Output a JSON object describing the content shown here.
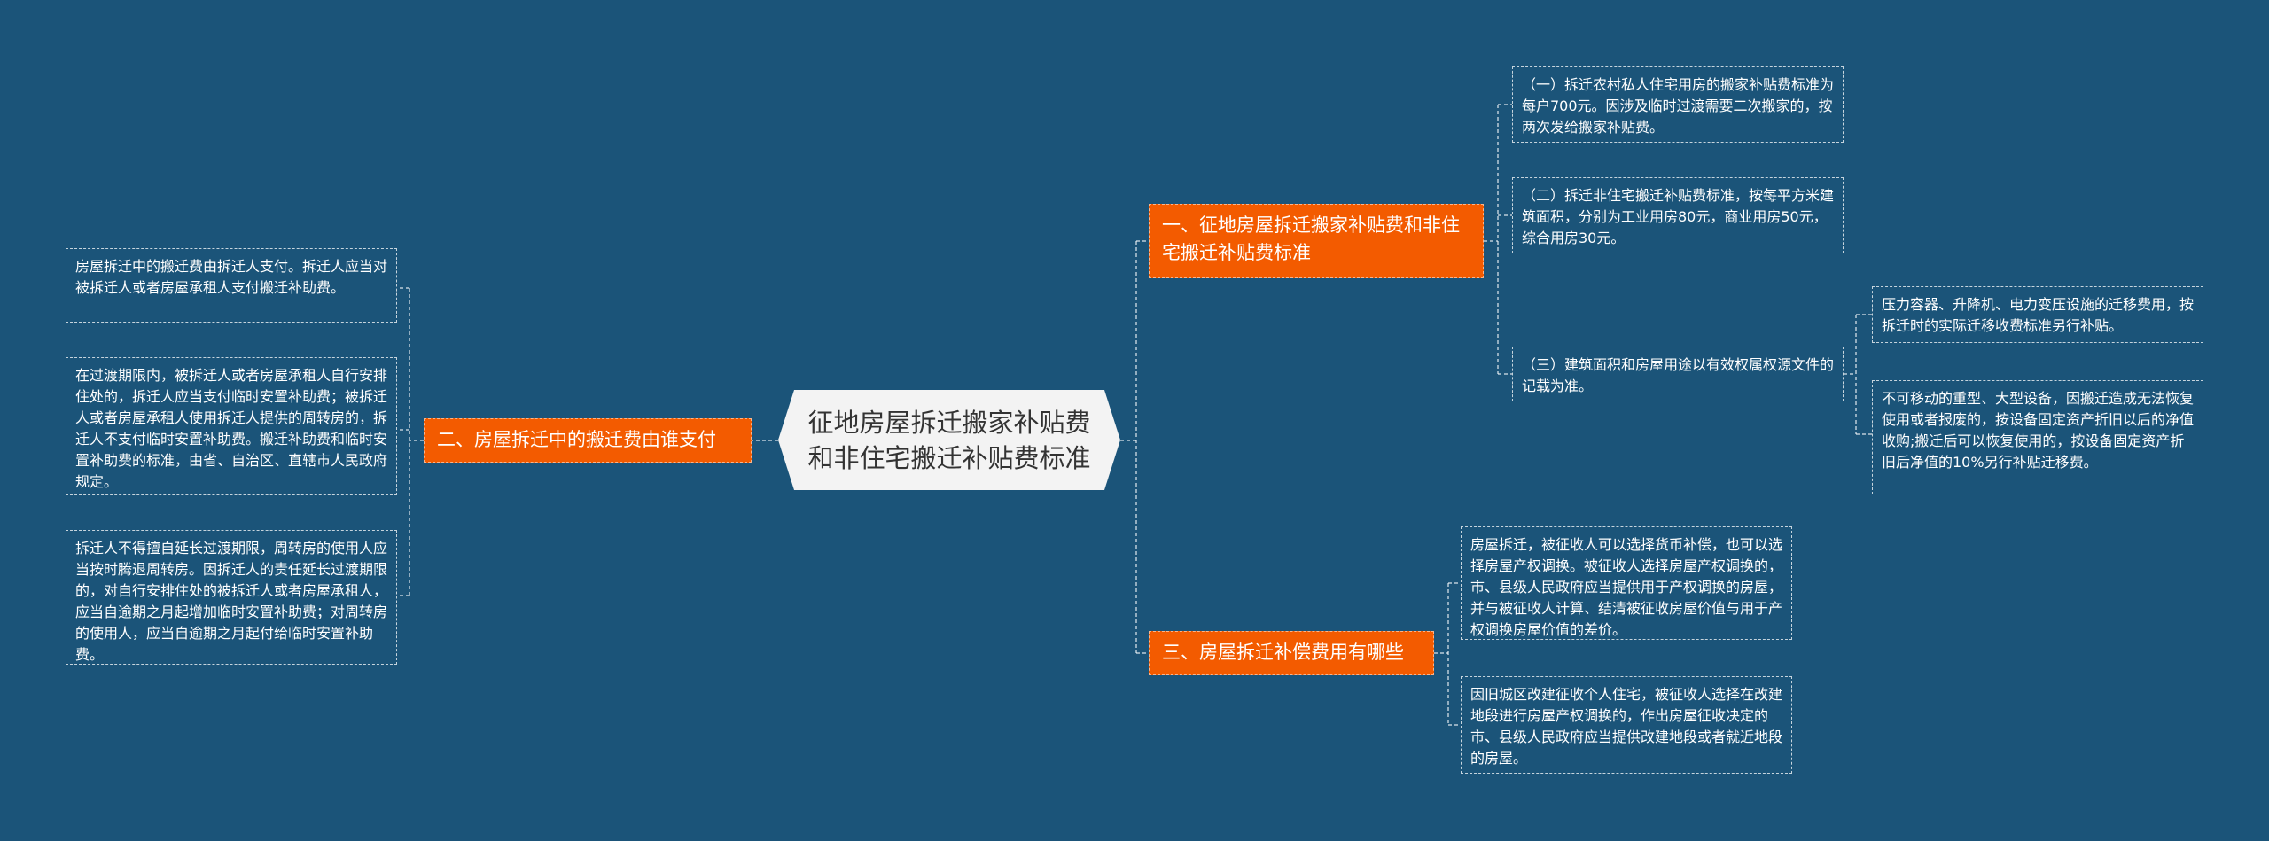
{
  "root": {
    "text": "征地房屋拆迁搬家补贴费和非住宅搬迁补贴费标准"
  },
  "branches": [
    {
      "text": "一、征地房屋拆迁搬家补贴费和非住宅搬迁补贴费标准",
      "children": [
        {
          "text": "（一）拆迁农村私人住宅用房的搬家补贴费标准为每户700元。因涉及临时过渡需要二次搬家的，按两次发给搬家补贴费。"
        },
        {
          "text": "（二）拆迁非住宅搬迁补贴费标准，按每平方米建筑面积，分别为工业用房80元，商业用房50元，综合用房30元。"
        },
        {
          "text": "（三）建筑面积和房屋用途以有效权属权源文件的记载为准。",
          "children": [
            {
              "text": "压力容器、升降机、电力变压设施的迁移费用，按拆迁时的实际迁移收费标准另行补贴。"
            },
            {
              "text": "不可移动的重型、大型设备，因搬迁造成无法恢复使用或者报废的，按设备固定资产折旧以后的净值收购;搬迁后可以恢复使用的，按设备固定资产折旧后净值的10%另行补贴迁移费。"
            }
          ]
        }
      ]
    },
    {
      "text": "二、房屋拆迁中的搬迁费由谁支付",
      "children": [
        {
          "text": "房屋拆迁中的搬迁费由拆迁人支付。拆迁人应当对被拆迁人或者房屋承租人支付搬迁补助费。"
        },
        {
          "text": "在过渡期限内，被拆迁人或者房屋承租人自行安排住处的，拆迁人应当支付临时安置补助费；被拆迁人或者房屋承租人使用拆迁人提供的周转房的，拆迁人不支付临时安置补助费。搬迁补助费和临时安置补助费的标准，由省、自治区、直辖市人民政府规定。"
        },
        {
          "text": "拆迁人不得擅自延长过渡期限，周转房的使用人应当按时腾退周转房。因拆迁人的责任延长过渡期限的，对自行安排住处的被拆迁人或者房屋承租人，应当自逾期之月起增加临时安置补助费；对周转房的使用人，应当自逾期之月起付给临时安置补助费。"
        }
      ]
    },
    {
      "text": "三、房屋拆迁补偿费用有哪些",
      "children": [
        {
          "text": "房屋拆迁，被征收人可以选择货币补偿，也可以选择房屋产权调换。被征收人选择房屋产权调换的，市、县级人民政府应当提供用于产权调换的房屋，并与被征收人计算、结清被征收房屋价值与用于产权调换房屋价值的差价。"
        },
        {
          "text": "因旧城区改建征收个人住宅，被征收人选择在改建地段进行房屋产权调换的，作出房屋征收决定的市、县级人民政府应当提供改建地段或者就近地段的房屋。"
        }
      ]
    }
  ],
  "colors": {
    "background": "#1b5479",
    "branch": "#f35b00",
    "root": "#f3f3f3",
    "line": "#ffffff"
  }
}
